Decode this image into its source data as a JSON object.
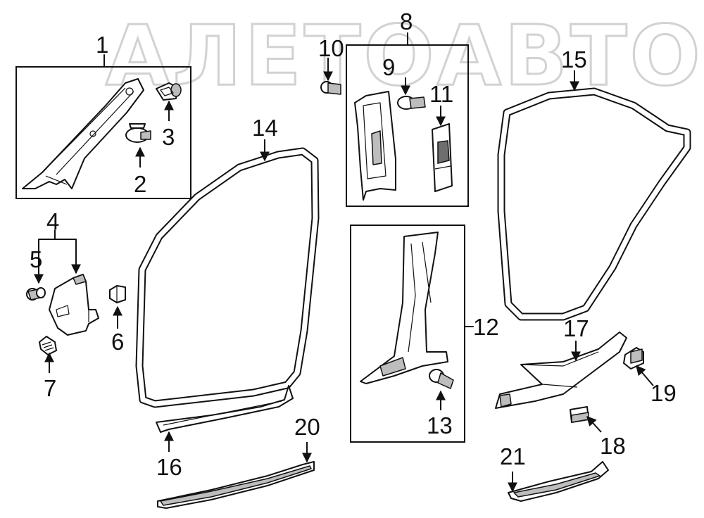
{
  "watermark": {
    "text": "АЛЕТОАВТО",
    "color": "#d2d2d2"
  },
  "colors": {
    "line": "#111111",
    "shade": "#bdbdbd",
    "background": "#ffffff"
  },
  "callouts": {
    "c1": "1",
    "c2": "2",
    "c3": "3",
    "c4": "4",
    "c5": "5",
    "c6": "6",
    "c7": "7",
    "c8": "8",
    "c9": "9",
    "c10": "10",
    "c11": "11",
    "c12": "12",
    "c13": "13",
    "c14": "14",
    "c15": "15",
    "c16": "16",
    "c17": "17",
    "c18": "18",
    "c19": "19",
    "c20": "20",
    "c21": "21"
  }
}
